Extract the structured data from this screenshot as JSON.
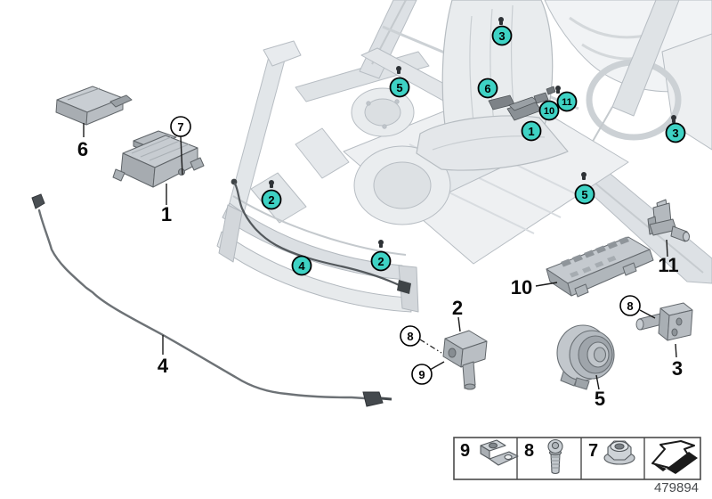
{
  "illustration": {
    "part_number": "479894",
    "colors": {
      "callout": "#3ed2c4"
    },
    "callouts": [
      {
        "label": "3"
      },
      {
        "label": "5"
      },
      {
        "label": "6"
      },
      {
        "label": "11"
      },
      {
        "label": "10"
      },
      {
        "label": "1"
      },
      {
        "label": "3"
      },
      {
        "label": "5"
      },
      {
        "label": "2"
      },
      {
        "label": "2"
      },
      {
        "label": "4"
      }
    ],
    "ref_callouts": [
      {
        "label": "7"
      },
      {
        "label": "8"
      },
      {
        "label": "9"
      },
      {
        "label": "8"
      }
    ],
    "part_labels": [
      {
        "label": "6"
      },
      {
        "label": "1"
      },
      {
        "label": "4"
      },
      {
        "label": "2"
      },
      {
        "label": "10"
      },
      {
        "label": "11"
      },
      {
        "label": "3"
      },
      {
        "label": "5"
      }
    ],
    "legend": {
      "items": [
        {
          "label": "9"
        },
        {
          "label": "8"
        },
        {
          "label": "7"
        }
      ]
    }
  }
}
